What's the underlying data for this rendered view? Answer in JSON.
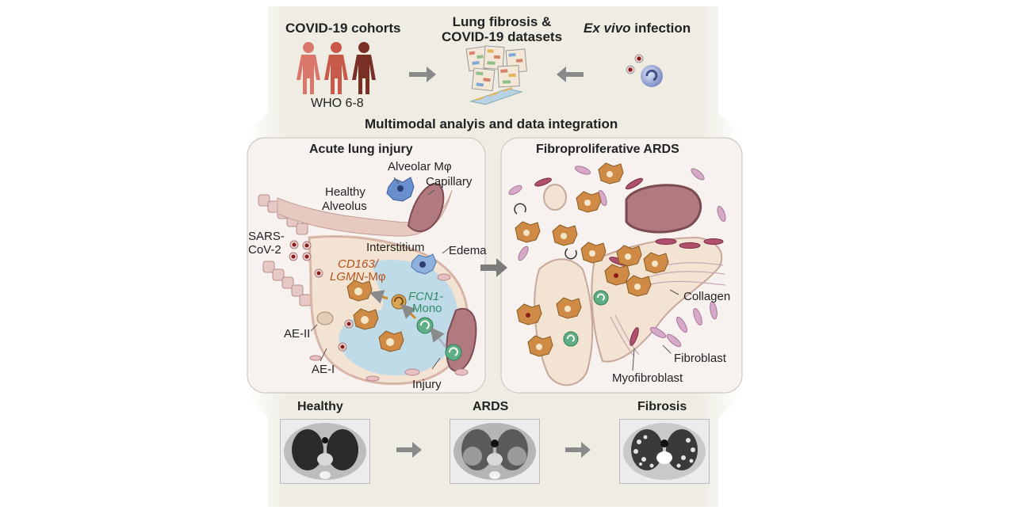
{
  "top": {
    "cohorts_title": "COVID-19 cohorts",
    "cohorts_sub": "WHO 6-8",
    "datasets_title_line1": "Lung fibrosis &",
    "datasets_title_line2": "COVID-19 datasets",
    "exvivo_italic": "Ex vivo",
    "exvivo_rest": " infection"
  },
  "integration_label": "Multimodal analyis and data integration",
  "left_panel": {
    "title": "Acute lung injury",
    "labels": {
      "alveolar_mph": "Alveolar Mφ",
      "capillary": "Capillary",
      "healthy": "Healthy",
      "alveolus": "Alveolus",
      "sars1": "SARS-",
      "sars2": "CoV-2",
      "interstitium": "Interstitium",
      "edema": "Edema",
      "cd163_line1": "CD163/",
      "cd163_line2_italic": "LGMN",
      "cd163_line2_rest": "-Mφ",
      "fcn1_line1": "FCN1-",
      "fcn1_line2": "Mono",
      "ae2": "AE-II",
      "ae1": "AE-I",
      "injury": "Injury"
    }
  },
  "right_panel": {
    "title": "Fibroproliferative ARDS",
    "labels": {
      "collagen": "Collagen",
      "fibroblast": "Fibroblast",
      "myofibroblast": "Myofibroblast"
    }
  },
  "bottom": {
    "healthy": "Healthy",
    "ards": "ARDS",
    "fibrosis": "Fibrosis"
  },
  "colors": {
    "band": "#f1efe8",
    "panel_fill": "#f7f2ef",
    "alveolus_fill": "#f3e3d2",
    "edema_fill": "#b9d9ea",
    "capillary_fill": "#b07a7f",
    "macrophage": "#cf8b45",
    "monocyte": "#5fae85",
    "fibroblast": "#d6a9c8",
    "myofibroblast": "#b0506e",
    "arrow": "#8a8a8a",
    "orange_text": "#b4521d",
    "green_text": "#2f8f66"
  }
}
